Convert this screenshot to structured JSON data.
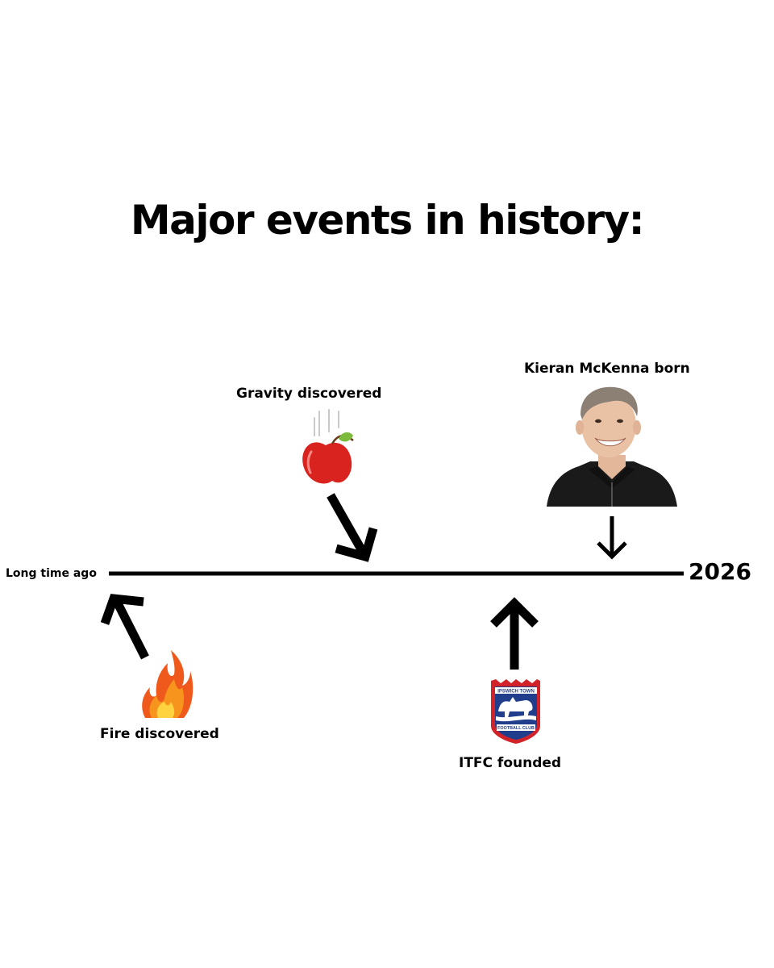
{
  "title": "Major events in history:",
  "timeline": {
    "start_label": "Long time ago",
    "end_label": "2026"
  },
  "events": [
    {
      "id": "fire",
      "label": "Fire discovered",
      "position": "below",
      "icon": "fire-icon"
    },
    {
      "id": "gravity",
      "label": "Gravity discovered",
      "position": "above",
      "icon": "falling-apple-icon"
    },
    {
      "id": "itfc",
      "label": "ITFC founded",
      "position": "below",
      "icon": "ipswich-town-crest"
    },
    {
      "id": "kieran",
      "label": "Kieran McKenna born",
      "position": "above",
      "icon": "person-photo"
    }
  ],
  "badge": {
    "top_text": "IPSWICH TOWN",
    "bottom_text": "FOOTBALL CLUB"
  },
  "colors": {
    "line": "#000000",
    "apple": "#d8231f",
    "fire": "#f28a1c",
    "badge_blue": "#213e8c",
    "badge_red": "#d2232a"
  }
}
